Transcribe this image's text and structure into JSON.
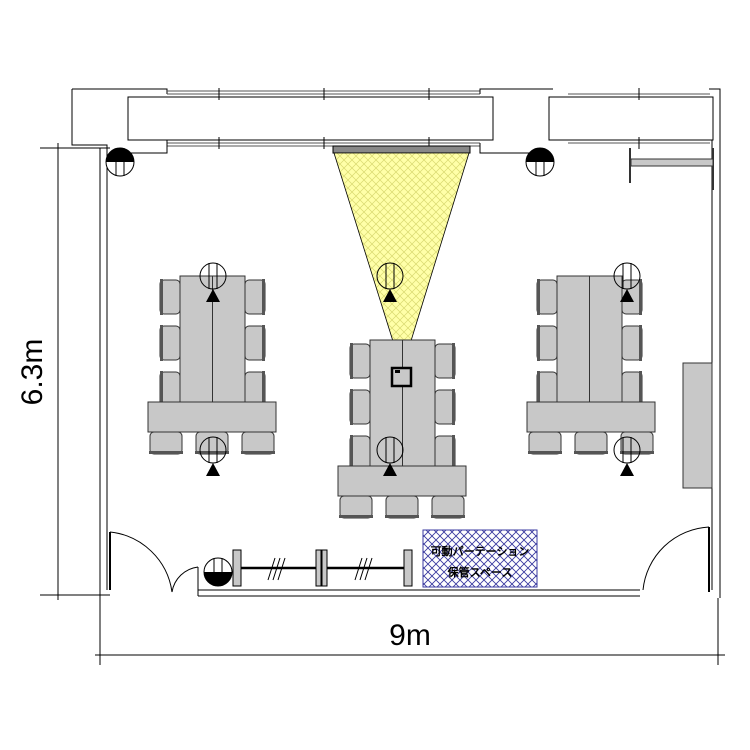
{
  "dimensions": {
    "depth_label": "6.3m",
    "width_label": "9m"
  },
  "storage": {
    "line1": "可動パーテーション",
    "line2": "保管スペース"
  },
  "colors": {
    "table": "#c8c8c8",
    "projection_cone": "#ffff99",
    "storage_hatch": "#3a3aa0",
    "line": "#000000"
  },
  "icons": [
    "projector-icon",
    "camera-icon",
    "power-outlet-icon",
    "chair-icon"
  ]
}
